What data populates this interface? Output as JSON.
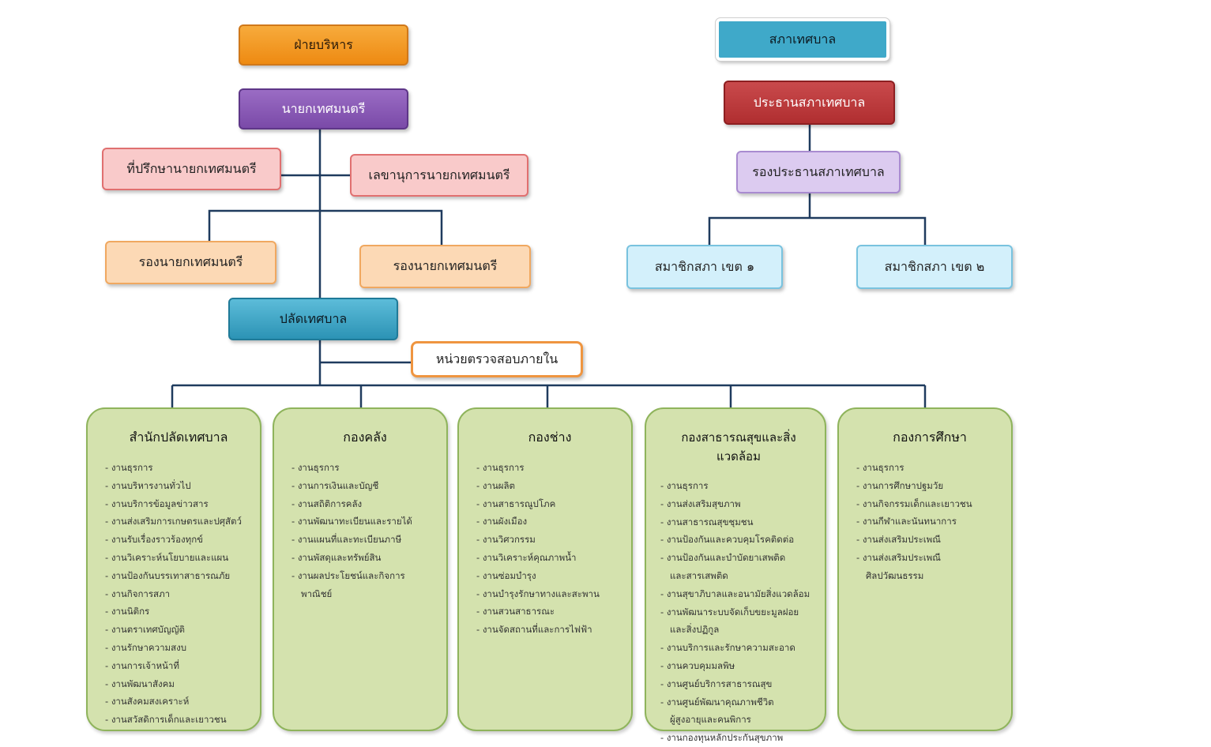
{
  "admin": {
    "header": "ฝ่ายบริหาร",
    "mayor": "นายกเทศมนตรี",
    "advisor": "ที่ปรึกษานายกเทศมนตรี",
    "secretary": "เลขานุการนายกเทศมนตรี",
    "deputy_1": "รองนายกเทศมนตรี",
    "deputy_2": "รองนายกเทศมนตรี",
    "clerk": "ปลัดเทศบาล",
    "audit": "หน่วยตรวจสอบภายใน"
  },
  "council": {
    "header": "สภาเทศบาล",
    "president": "ประธานสภาเทศบาล",
    "vice_president": "รองประธานสภาเทศบาล",
    "member_1": "สมาชิกสภา เขต ๑",
    "member_2": "สมาชิกสภา เขต ๒"
  },
  "departments": [
    {
      "title": "สำนักปลัดเทศบาล",
      "items": [
        "งานธุรการ",
        "งานบริหารงานทั่วไป",
        "งานบริการข้อมูลข่าวสาร",
        "งานส่งเสริมการเกษตรและปศุสัตว์",
        "งานรับเรื่องราวร้องทุกข์",
        "งานวิเคราะห์นโยบายและแผน",
        "งานป้องกันบรรเทาสาธารณภัย",
        "งานกิจการสภา",
        "งานนิติกร",
        "งานตราเทศบัญญัติ",
        "งานรักษาความสงบ",
        "งานการเจ้าหน้าที่",
        "งานพัฒนาสังคม",
        "งานสังคมสงเคราะห์",
        "งานสวัสดิการเด็กและเยาวชน"
      ]
    },
    {
      "title": "กองคลัง",
      "items": [
        "งานธุรการ",
        "งานการเงินและบัญชี",
        "งานสถิติการคลัง",
        "งานพัฒนาทะเบียนและรายได้",
        "งานแผนที่และทะเบียนภาษี",
        "งานพัสดุและทรัพย์สิน",
        "งานผลประโยชน์และกิจการ",
        "พาณิชย์"
      ]
    },
    {
      "title": "กองช่าง",
      "items": [
        "งานธุรการ",
        "งานผลิต",
        "งานสาธารณูปโภค",
        "งานผังเมือง",
        "งานวิศวกรรม",
        "งานวิเคราะห์คุณภาพน้ำ",
        "งานซ่อมบำรุง",
        "งานบำรุงรักษาทางและสะพาน",
        "งานสวนสาธารณะ",
        "งานจัดสถานที่และการไฟฟ้า"
      ]
    },
    {
      "title": "กองสาธารณสุขและสิ่งแวดล้อม",
      "items": [
        "งานธุรการ",
        "งานส่งเสริมสุขภาพ",
        "งานสาธารณสุขชุมชน",
        "งานป้องกันและควบคุมโรคติดต่อ",
        "งานป้องกันและบำบัดยาเสพติด",
        "และสารเสพติด",
        "งานสุขาภิบาลและอนามัยสิ่งแวดล้อม",
        "งานพัฒนาระบบจัดเก็บขยะมูลฝอย",
        "และสิ่งปฏิกูล",
        "งานบริการและรักษาความสะอาด",
        "งานควบคุมมลพิษ",
        "งานศูนย์บริการสาธารณสุข",
        "งานศูนย์พัฒนาคุณภาพชีวิต",
        "ผู้สูงอายุและคนพิการ",
        "งานกองทุนหลักประกันสุขภาพ"
      ]
    },
    {
      "title": "กองการศึกษา",
      "items": [
        "งานธุรการ",
        "งานการศึกษาปฐมวัย",
        "งานกิจกรรมเด็กและเยาวชน",
        "งานกีฬาและนันทนาการ",
        "งานส่งเสริมประเพณี",
        "งานส่งเสริมประเพณี",
        "ศิลปวัฒนธรรม"
      ]
    }
  ],
  "colors": {
    "orange": "#f39a1e",
    "purple": "#8a5bb5",
    "pink": "#f9c9c9",
    "peach": "#fcd9b5",
    "teal": "#3fa9c9",
    "red": "#c0393b",
    "lavender": "#d9c8ef",
    "light_blue": "#d3f0fb",
    "green": "#d4e2ae",
    "line": "#1f3b5e"
  }
}
